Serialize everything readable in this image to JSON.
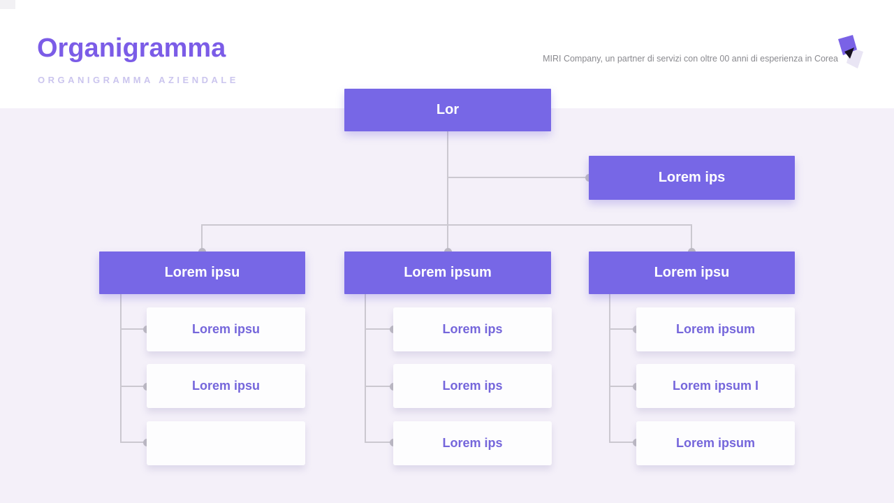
{
  "header": {
    "title": "Organigramma",
    "subtitle": "ORGANIGRAMMA AZIENDALE",
    "tagline": "MIRI Company, un partner di servizi con oltre 00 anni di esperienza in Corea",
    "logo_icon": "miri-logo-icon"
  },
  "colors": {
    "accent": "#7767E6",
    "title_text": "#7B5CE7",
    "subtitle_text": "#CBC5EE",
    "tagline_text": "#89898E",
    "background": "#F4F0F9",
    "header_band": "#FFFFFF",
    "connector": "#CBC8D0",
    "connector_dot": "#BDBAC3",
    "child_node_bg": "#FDFDFE",
    "child_node_text": "#7566DB"
  },
  "org_chart": {
    "root": {
      "label": "Lor"
    },
    "side_branch": {
      "label": "Lorem ips"
    },
    "branches": [
      {
        "label": "Lorem ipsu",
        "children": [
          "Lorem ipsu",
          "Lorem ipsu",
          ""
        ]
      },
      {
        "label": "Lorem ipsum",
        "children": [
          "Lorem ips",
          "Lorem ips",
          "Lorem ips"
        ]
      },
      {
        "label": "Lorem ipsu",
        "children": [
          "Lorem ipsum",
          "Lorem ipsum I",
          "Lorem ipsum"
        ]
      }
    ]
  }
}
